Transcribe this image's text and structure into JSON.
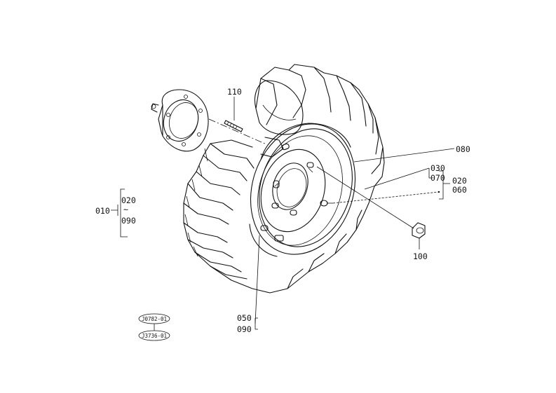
{
  "parts": {
    "p110": "110",
    "p080": "080",
    "p030": "030",
    "p070": "070",
    "p020_right": "020",
    "p060": "060",
    "p100": "100",
    "p010": "010",
    "p020_left": "020",
    "tilde_left": "~",
    "p090_left": "090",
    "p050": "050",
    "p090_bottom": "090"
  },
  "refs": {
    "top": "J0782-01",
    "bottom": "J3736-01"
  }
}
